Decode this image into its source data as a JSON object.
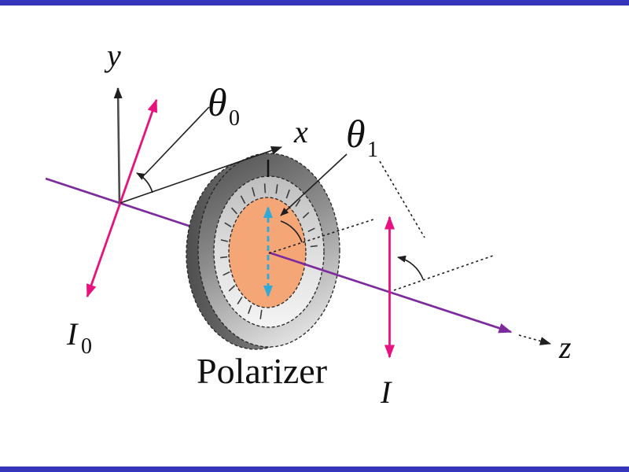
{
  "figure": {
    "caption": "Polarizer",
    "axis_labels": {
      "x": "x",
      "y": "y",
      "z": "z"
    },
    "angle_labels": {
      "incident": {
        "symbol": "θ",
        "subscript": "0"
      },
      "transmitted": {
        "symbol": "θ",
        "subscript": "1"
      }
    },
    "intensity_labels": {
      "incident": {
        "symbol": "I",
        "subscript": "0"
      },
      "transmitted": {
        "symbol": "I"
      }
    },
    "colors": {
      "beam": "#7d2b9c",
      "polarization": "#e8127f",
      "transmission_axis": "#2fa9d8",
      "filter_face": "#f5a677",
      "page_border": "#3535bb",
      "line": "#1f1f1f"
    }
  }
}
